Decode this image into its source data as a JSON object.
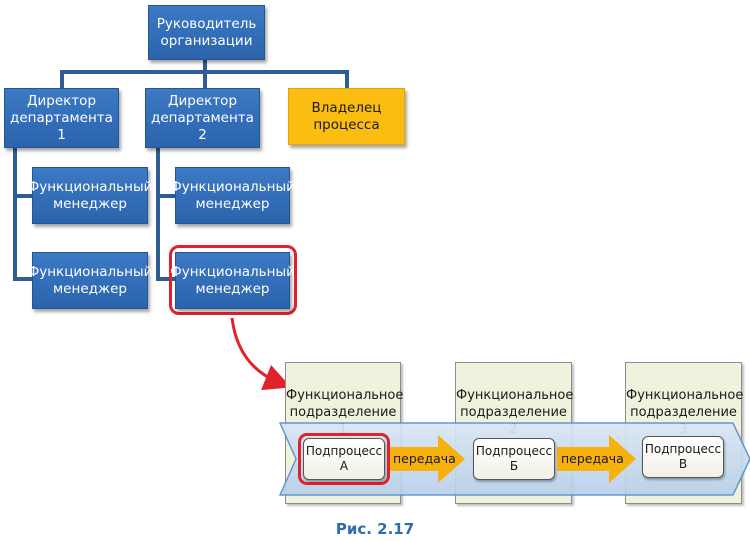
{
  "org": {
    "ceo": "Руководитель\nорганизации",
    "director1": "Директор\nдепартамента 1",
    "director2": "Директор\nдепартамента 2",
    "process_owner": "Владелец\nпроцесса",
    "manager": "Функциональный\nменеджер"
  },
  "process": {
    "units": [
      "Функциональное\nподразделение 1",
      "Функциональное\nподразделение 2",
      "Функциональное\nподразделение 3"
    ],
    "subprocesses": [
      "Подпроцесс\nА",
      "Подпроцесс\nБ",
      "Подпроцесс\nВ"
    ],
    "transfer_label": "передача"
  },
  "caption": "Рис. 2.17",
  "colors": {
    "box_blue": "#2e6db4",
    "owner_gold": "#fbbd12",
    "highlight_red": "#e1222b",
    "connector": "#2f5c92",
    "arrow_orange": "#f7b10c",
    "flow_band": "#c6d9ef",
    "unit_fill": "#eff3dd"
  }
}
